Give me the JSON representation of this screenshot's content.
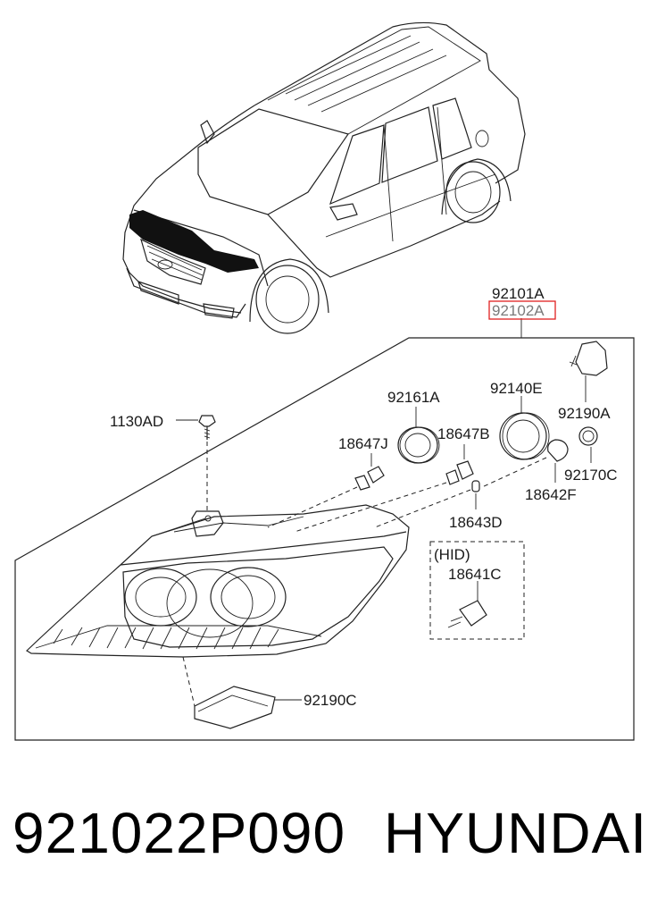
{
  "diagram": {
    "labels": {
      "assembly_main": "92101A",
      "assembly_highlight": "92102A",
      "bolt": "1130AD",
      "bulb_socket_a": "92161A",
      "bulb_socket_e": "92140E",
      "actuator": "92190A",
      "bulb_j": "18647J",
      "bulb_b": "18647B",
      "bulb_c": "92170C",
      "bulb_f": "18642F",
      "bulb_d": "18643D",
      "hid_group": "(HID)",
      "hid_bulb": "18641C",
      "ballast": "92190C"
    },
    "highlight_color": "#e02020"
  },
  "footer": {
    "part_number": "921022P090",
    "brand": "HYUNDAI"
  }
}
